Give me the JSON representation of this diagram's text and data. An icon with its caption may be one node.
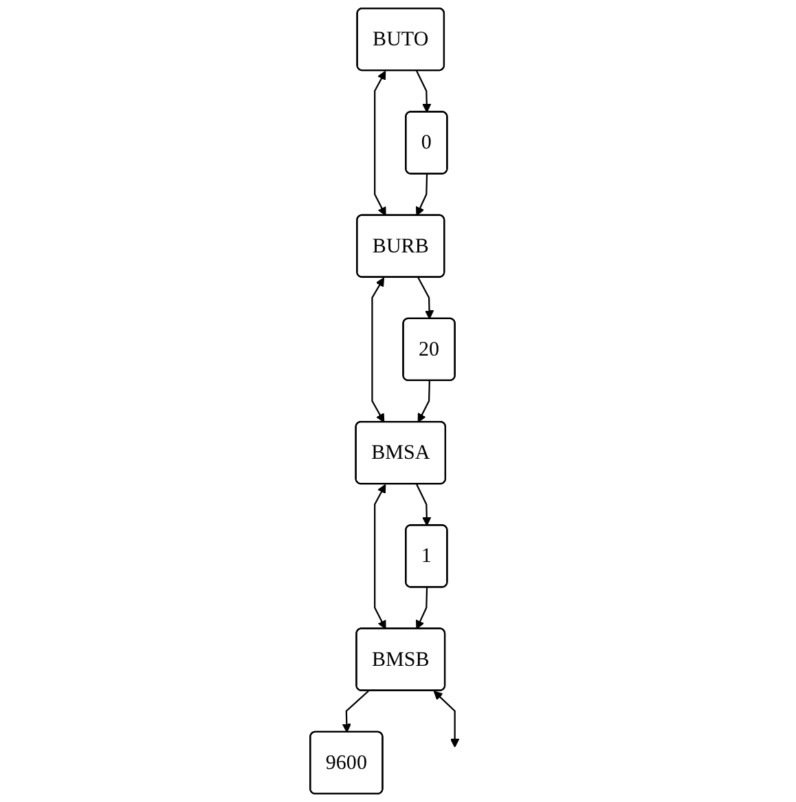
{
  "diagram": {
    "nodes": [
      {
        "text": [
          "BUTO"
        ]
      },
      {
        "text": [
          "0"
        ]
      },
      {
        "text": [
          "BURB"
        ]
      },
      {
        "text": [
          "20"
        ]
      },
      {
        "text": [
          "BMSA"
        ]
      },
      {
        "text": [
          "1"
        ]
      },
      {
        "text": [
          "BMSB"
        ]
      },
      {
        "text": [
          "9600"
        ]
      }
    ],
    "edges": [
      {
        "from": 0,
        "to": 1,
        "arrow": "to"
      },
      {
        "from": 0,
        "to": 2,
        "arrow": "both"
      },
      {
        "from": 1,
        "to": 2,
        "arrow": "to"
      },
      {
        "from": 2,
        "to": 3,
        "arrow": "to"
      },
      {
        "from": 2,
        "to": 4,
        "arrow": "both"
      },
      {
        "from": 3,
        "to": 4,
        "arrow": "to"
      },
      {
        "from": 4,
        "to": 5,
        "arrow": "to"
      },
      {
        "from": 4,
        "to": 6,
        "arrow": "both"
      },
      {
        "from": 5,
        "to": 6,
        "arrow": "to"
      },
      {
        "from": 6,
        "to": 7,
        "arrow": "to"
      },
      {
        "from": 6,
        "to": null,
        "arrow": "both"
      }
    ]
  }
}
